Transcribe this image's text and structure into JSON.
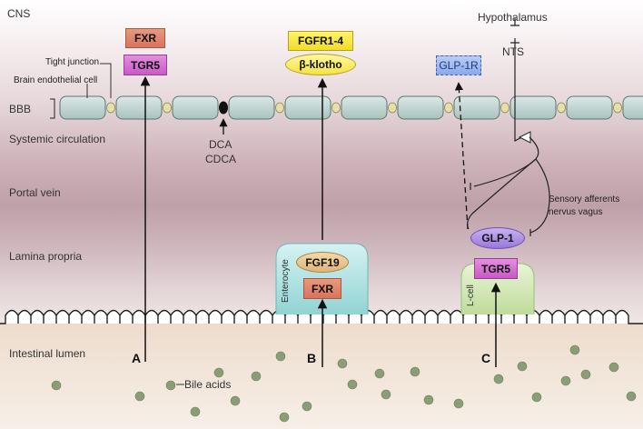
{
  "regions": {
    "cns": "CNS",
    "bbb": "BBB",
    "systemic": "Systemic circulation",
    "portal": "Portal vein",
    "lamina": "Lamina propria",
    "lumen": "Intestinal lumen"
  },
  "labels": {
    "tight_junction": "Tight junction",
    "endothelial": "Brain endothelial cell",
    "dca": "DCA",
    "cdca": "CDCA",
    "hypothalamus": "Hypothalamus",
    "nts": "NTS",
    "sensory_line1": "Sensory afferents",
    "sensory_line2": "nervus vagus",
    "bile_acids": "Bile acids",
    "enterocyte": "Enterocyte",
    "l_cell": "L-cell"
  },
  "receptors": {
    "fxr_cns": "FXR",
    "tgr5_cns": "TGR5",
    "fgfr": "FGFR1-4",
    "klotho": "β-klotho",
    "glp1r": "GLP-1R",
    "fgf19": "FGF19",
    "fxr_ent": "FXR",
    "glp1": "GLP-1",
    "tgr5_l": "TGR5"
  },
  "pathways": {
    "a": "A",
    "b": "B",
    "c": "C"
  },
  "colors": {
    "endothelial_fill": "#bfd2cf",
    "junction_fill": "#e6dfa8",
    "enterocyte_fill": "#aee0e0",
    "lcell_fill": "#d4e9b8",
    "bile_dot": "#8a9d77",
    "band_dark": "#b89ca4",
    "lumen_fill": "#f1e4d7"
  }
}
